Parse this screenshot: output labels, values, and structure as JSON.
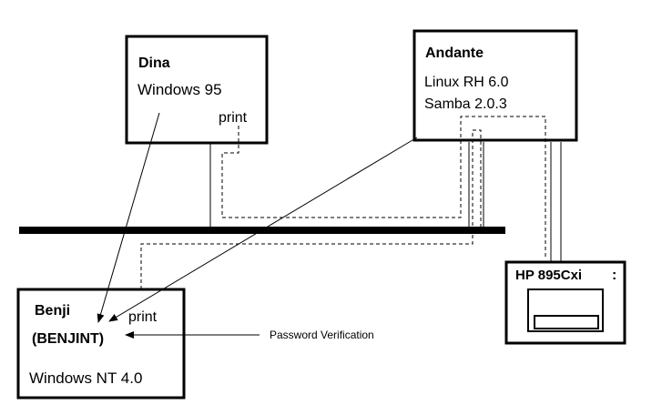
{
  "hosts": {
    "dina": {
      "name": "Dina",
      "os": "Windows 95",
      "share_label": "print"
    },
    "andante": {
      "name": "Andante",
      "os": "Linux RH 6.0",
      "software": "Samba 2.0.3"
    },
    "benji": {
      "name": "Benji",
      "netbios_name": "(BENJINT)",
      "os": "Windows NT 4.0",
      "share_label": "print"
    }
  },
  "printer": {
    "model": "HP 895Cxi",
    "marker": ":"
  },
  "annotations": {
    "password_verification": "Password Verification"
  }
}
